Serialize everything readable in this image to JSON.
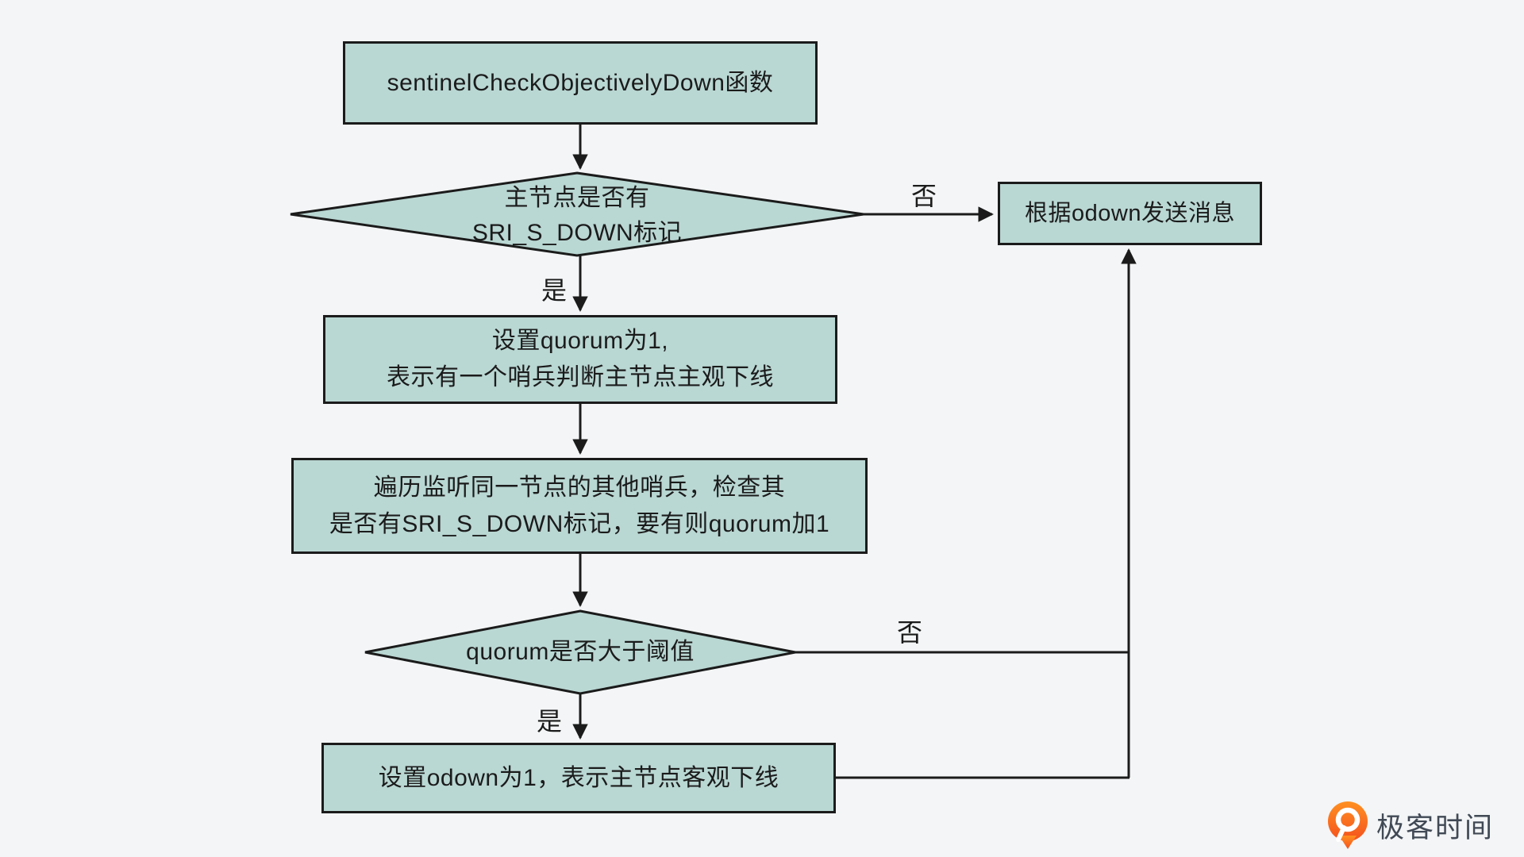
{
  "colors": {
    "bg": "#f3f5f6",
    "node_fill": "#b9d7d3",
    "node_border": "#1b1b1b",
    "text": "#1b1b1b",
    "logo_orange_top": "#ff9021",
    "logo_orange_bottom": "#f4511e",
    "logo_text": "#414955"
  },
  "diagram": {
    "nodes": {
      "start": {
        "label": "sentinelCheckObjectivelyDown函数"
      },
      "decision_sdown": {
        "line1": "主节点是否有",
        "line2": "SRI_S_DOWN标记"
      },
      "send_message": {
        "label": "根据odown发送消息"
      },
      "set_quorum": {
        "line1": "设置quorum为1,",
        "line2": "表示有一个哨兵判断主节点主观下线"
      },
      "iterate_sentinels": {
        "line1": "遍历监听同一节点的其他哨兵，检查其",
        "line2": "是否有SRI_S_DOWN标记，要有则quorum加1"
      },
      "decision_quorum": {
        "label": "quorum是否大于阈值"
      },
      "set_odown": {
        "label": "设置odown为1，表示主节点客观下线"
      }
    },
    "edge_labels": {
      "no1": "否",
      "yes1": "是",
      "no2": "否",
      "yes2": "是"
    }
  },
  "branding": {
    "logo_text": "极客时间"
  }
}
